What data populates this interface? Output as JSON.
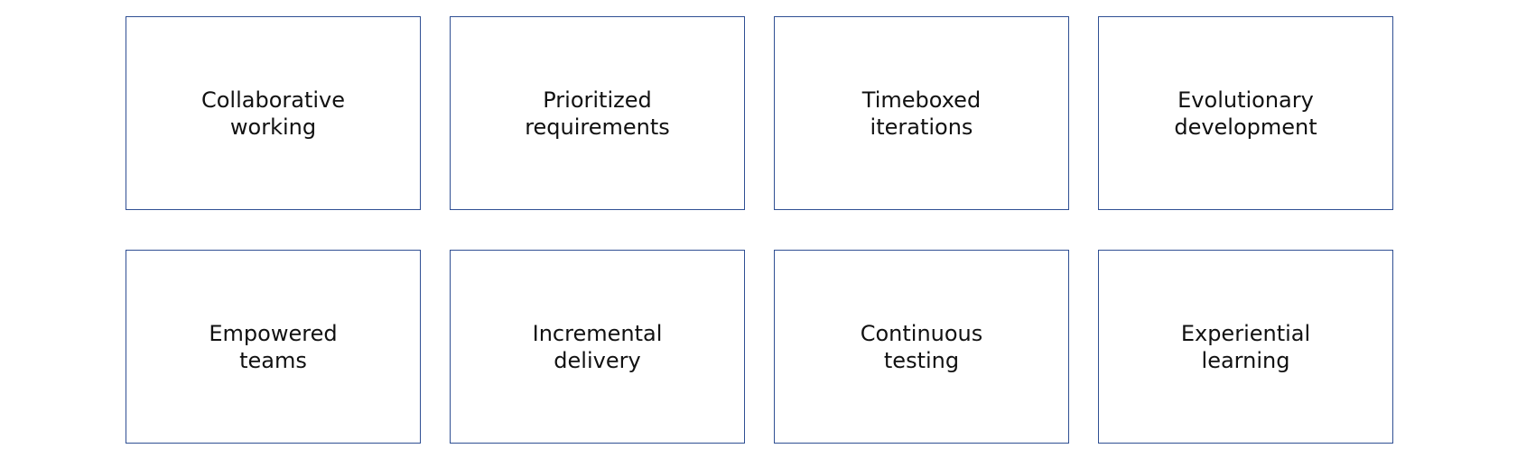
{
  "colors": {
    "border": "#2f4f93",
    "text": "#111111",
    "background": "#ffffff"
  },
  "cards": [
    {
      "label": "Collaborative\nworking"
    },
    {
      "label": "Prioritized\nrequirements"
    },
    {
      "label": "Timeboxed\niterations"
    },
    {
      "label": "Evolutionary\ndevelopment"
    },
    {
      "label": "Empowered\nteams"
    },
    {
      "label": "Incremental\ndelivery"
    },
    {
      "label": "Continuous\ntesting"
    },
    {
      "label": "Experiential\nlearning"
    }
  ]
}
